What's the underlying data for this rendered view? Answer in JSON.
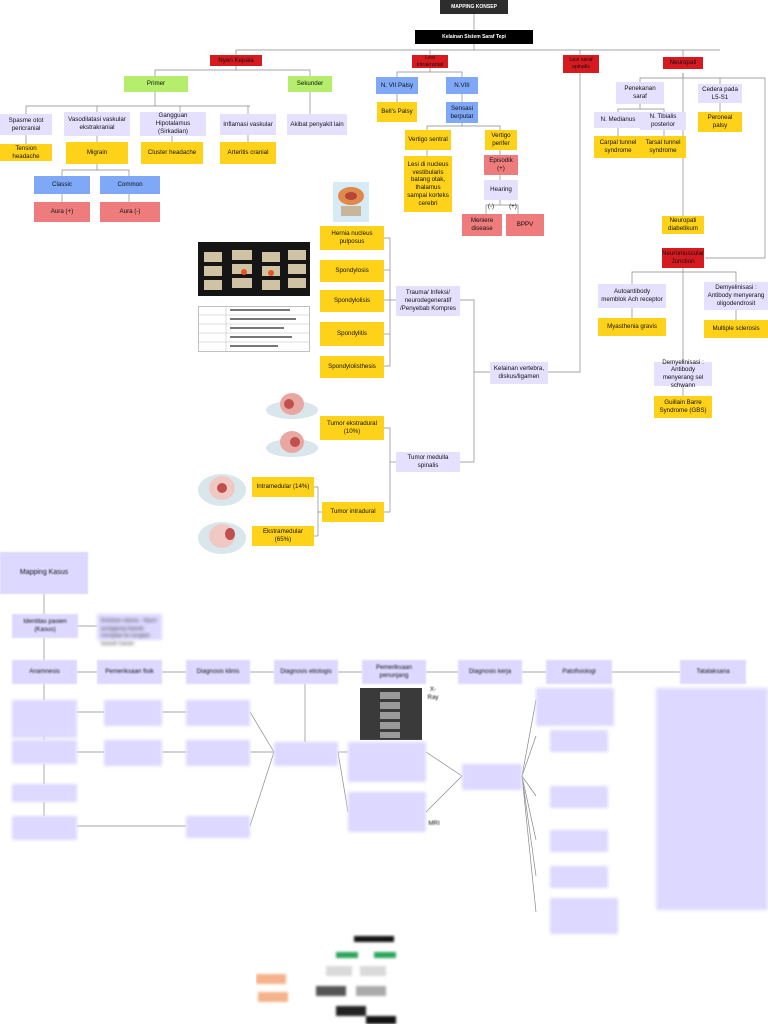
{
  "title": "MAPPING KONSEP",
  "subtitle": "Kelainan Sistem Saraf Tepi",
  "categories": {
    "nyeri_kepala": "Nyeri Kepala",
    "lesi_intrakranial": "Lesi intrakranial",
    "lesi_saraf_spinalis": "Lesi saraf spinalis",
    "neuropati": "Neuropati"
  },
  "nyeri_kepala": {
    "primer": "Primer",
    "sekunder": "Sekunder",
    "spasme": "Spasme otot pericranial",
    "vasodilatasi": "Vasodilatasi vaskular ekstrakranial",
    "hipotalamus": "Gangguan Hipotalamus (Sirkadian)",
    "inflamasi": "Inflamasi vaskular",
    "akibat": "Akibat penyakit lain",
    "tension": "Tension headache",
    "migrain": "Migrain",
    "cluster": "Cluster headache",
    "arteritis": "Arteritis cranial",
    "classic": "Classic",
    "common": "Common",
    "aura_pos": "Aura (+)",
    "aura_neg": "Aura (-)"
  },
  "lesi": {
    "nvii": "N. VII Palsy",
    "nviii": "N.VIII",
    "bells": "Bell's Palsy",
    "sensasi": "Sensasi berputar",
    "vertigo_sentral": "Vertigo sentral",
    "vertigo_perifer": "Vertigo perifer",
    "lesi_nukleus": "Lesi di nucleus vestibularis batang otak, thalamus sampai korteks cerebri",
    "episodik": "Episodik (+)",
    "hearing": "Hearing",
    "minus": "(-)",
    "plus": "(+)",
    "meniere": "Meniere disease",
    "bppv": "BPPV"
  },
  "neuropati": {
    "penekanan": "Penekanan saraf",
    "cedera": "Cedera pada L5-S1",
    "medianus": "N. Medianus",
    "tibialis": "N. Tibialis posterior",
    "carpal": "Carpal tunnel syndrome",
    "tarsal": "Tarsal tunnel syndrome",
    "peroneal": "Peroneal palsy",
    "diabetikum": "Neuropati diabetikum",
    "nmj": "Neuromuscular Junction",
    "autoantibody": "Autoantibody memblok Ach receptor",
    "demyelinisasi_cns": "Demyelinisasi : Antibody menyerang oligodendrosit",
    "mg": "Myasthenia gravis",
    "ms": "Multiple sclerosis",
    "demyelinisasi_pns": "Demyelinisasi : Antibody menyerang sel schwann",
    "gbs": "Guillain Barre Syndrome (GBS)"
  },
  "spinal": {
    "hernia": "Hernia nucleus pulposus",
    "spondylosis": "Spondylosis",
    "spondylolisis": "Spondylolisis",
    "spondylitis": "Spondylitis",
    "spondylolisthesis": "Spondylolisthesis",
    "trauma": "Trauma/ Infeksi/ neurodegeneratif /Penyebab Kompres",
    "kelainan": "Kelainan vertebra, diskus/ligamen",
    "ekstradural": "Tumor ekstradural (10%)",
    "intradural": "Tumor intradural",
    "intramedular": "Intramedular (14%)",
    "ekstramedular": "Ekstramedular (65%)",
    "tumor_medula": "Tumor medulla spinalis"
  },
  "kasus": {
    "title": "Mapping Kasus",
    "identitas": "Identitas pasien (Kasus)",
    "keluhan": "Keluhan utama - Nyeri punggung bawah menjalar ke tungkai bawah kanan",
    "anamnesis": "Anamnesis",
    "pemeriksaan_fisik": "Pemeriksaan fisik",
    "diagnosis_klinis": "Diagnosis klinis",
    "diagnosis_etiologis": "Diagnosis etiologis",
    "pemeriksaan_penunjang": "Pemeriksaan penunjang",
    "diagnosis_kerja": "Diagnosis kerja",
    "patofisiologi": "Patofisiologi",
    "tatalaksana": "Tatalaksana",
    "xray": "X-Ray",
    "mri": "MRI"
  }
}
